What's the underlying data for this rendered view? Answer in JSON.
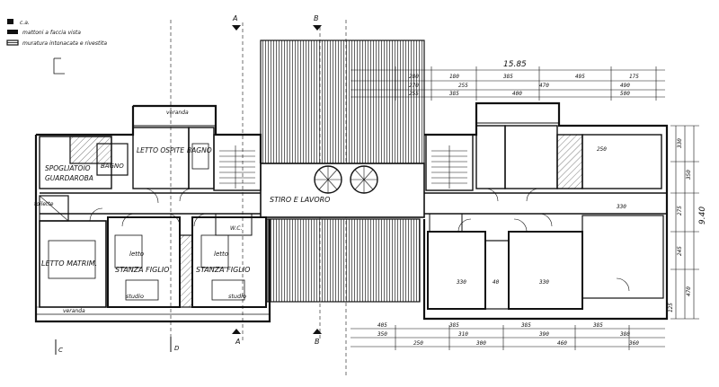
{
  "legend": {
    "items": [
      {
        "label": "c.a."
      },
      {
        "label": "mattoni a faccia vista"
      },
      {
        "label": "muratura intonacata e rivestita"
      }
    ]
  },
  "section_markers": {
    "A_top": "A",
    "B_top": "B",
    "A_bottom": "A",
    "B_bottom": "B",
    "C_bottom": "C",
    "D_bottom": "D"
  },
  "rooms": {
    "veranda_top": "veranda",
    "spogliatoio": "SPOGLIATOIO",
    "guardaroba": "GUARDAROBA",
    "letto_ospite": "LETTO OSPITE",
    "bagno_top": "BAGNO",
    "bagno_left": "BAGNO",
    "toilette": "toilette",
    "stiro": "STIRO E LAVORO",
    "letto_matrim": "LETTO MATRIM.",
    "letto_1": "letto",
    "letto_2": "letto",
    "stanza_figlio_1": "STANZA FIGLIO",
    "stanza_figlio_2": "STANZA FIGLIO",
    "studio_1": "studio",
    "studio_2": "studio",
    "veranda_bottom": "veranda",
    "wc": "W.C."
  },
  "dimensions": {
    "overall_width": "15.85",
    "overall_depth": "9.40",
    "top_row_1": [
      "280",
      "180",
      "385",
      "495",
      "175"
    ],
    "top_row_2": [
      "270",
      "255",
      "470",
      "490"
    ],
    "top_row_3": [
      "255",
      "385",
      "400",
      "500"
    ],
    "bottom_row_1": [
      "405",
      "385",
      "385",
      "385"
    ],
    "bottom_row_2": [
      "350",
      "310",
      "390",
      "380"
    ],
    "bottom_row_3": [
      "250",
      "300",
      "460",
      "360"
    ],
    "right_col": [
      "330",
      "350",
      "275",
      "245",
      "470",
      "125"
    ],
    "room_areas": [
      "330",
      "330",
      "330",
      "250",
      "40"
    ]
  }
}
